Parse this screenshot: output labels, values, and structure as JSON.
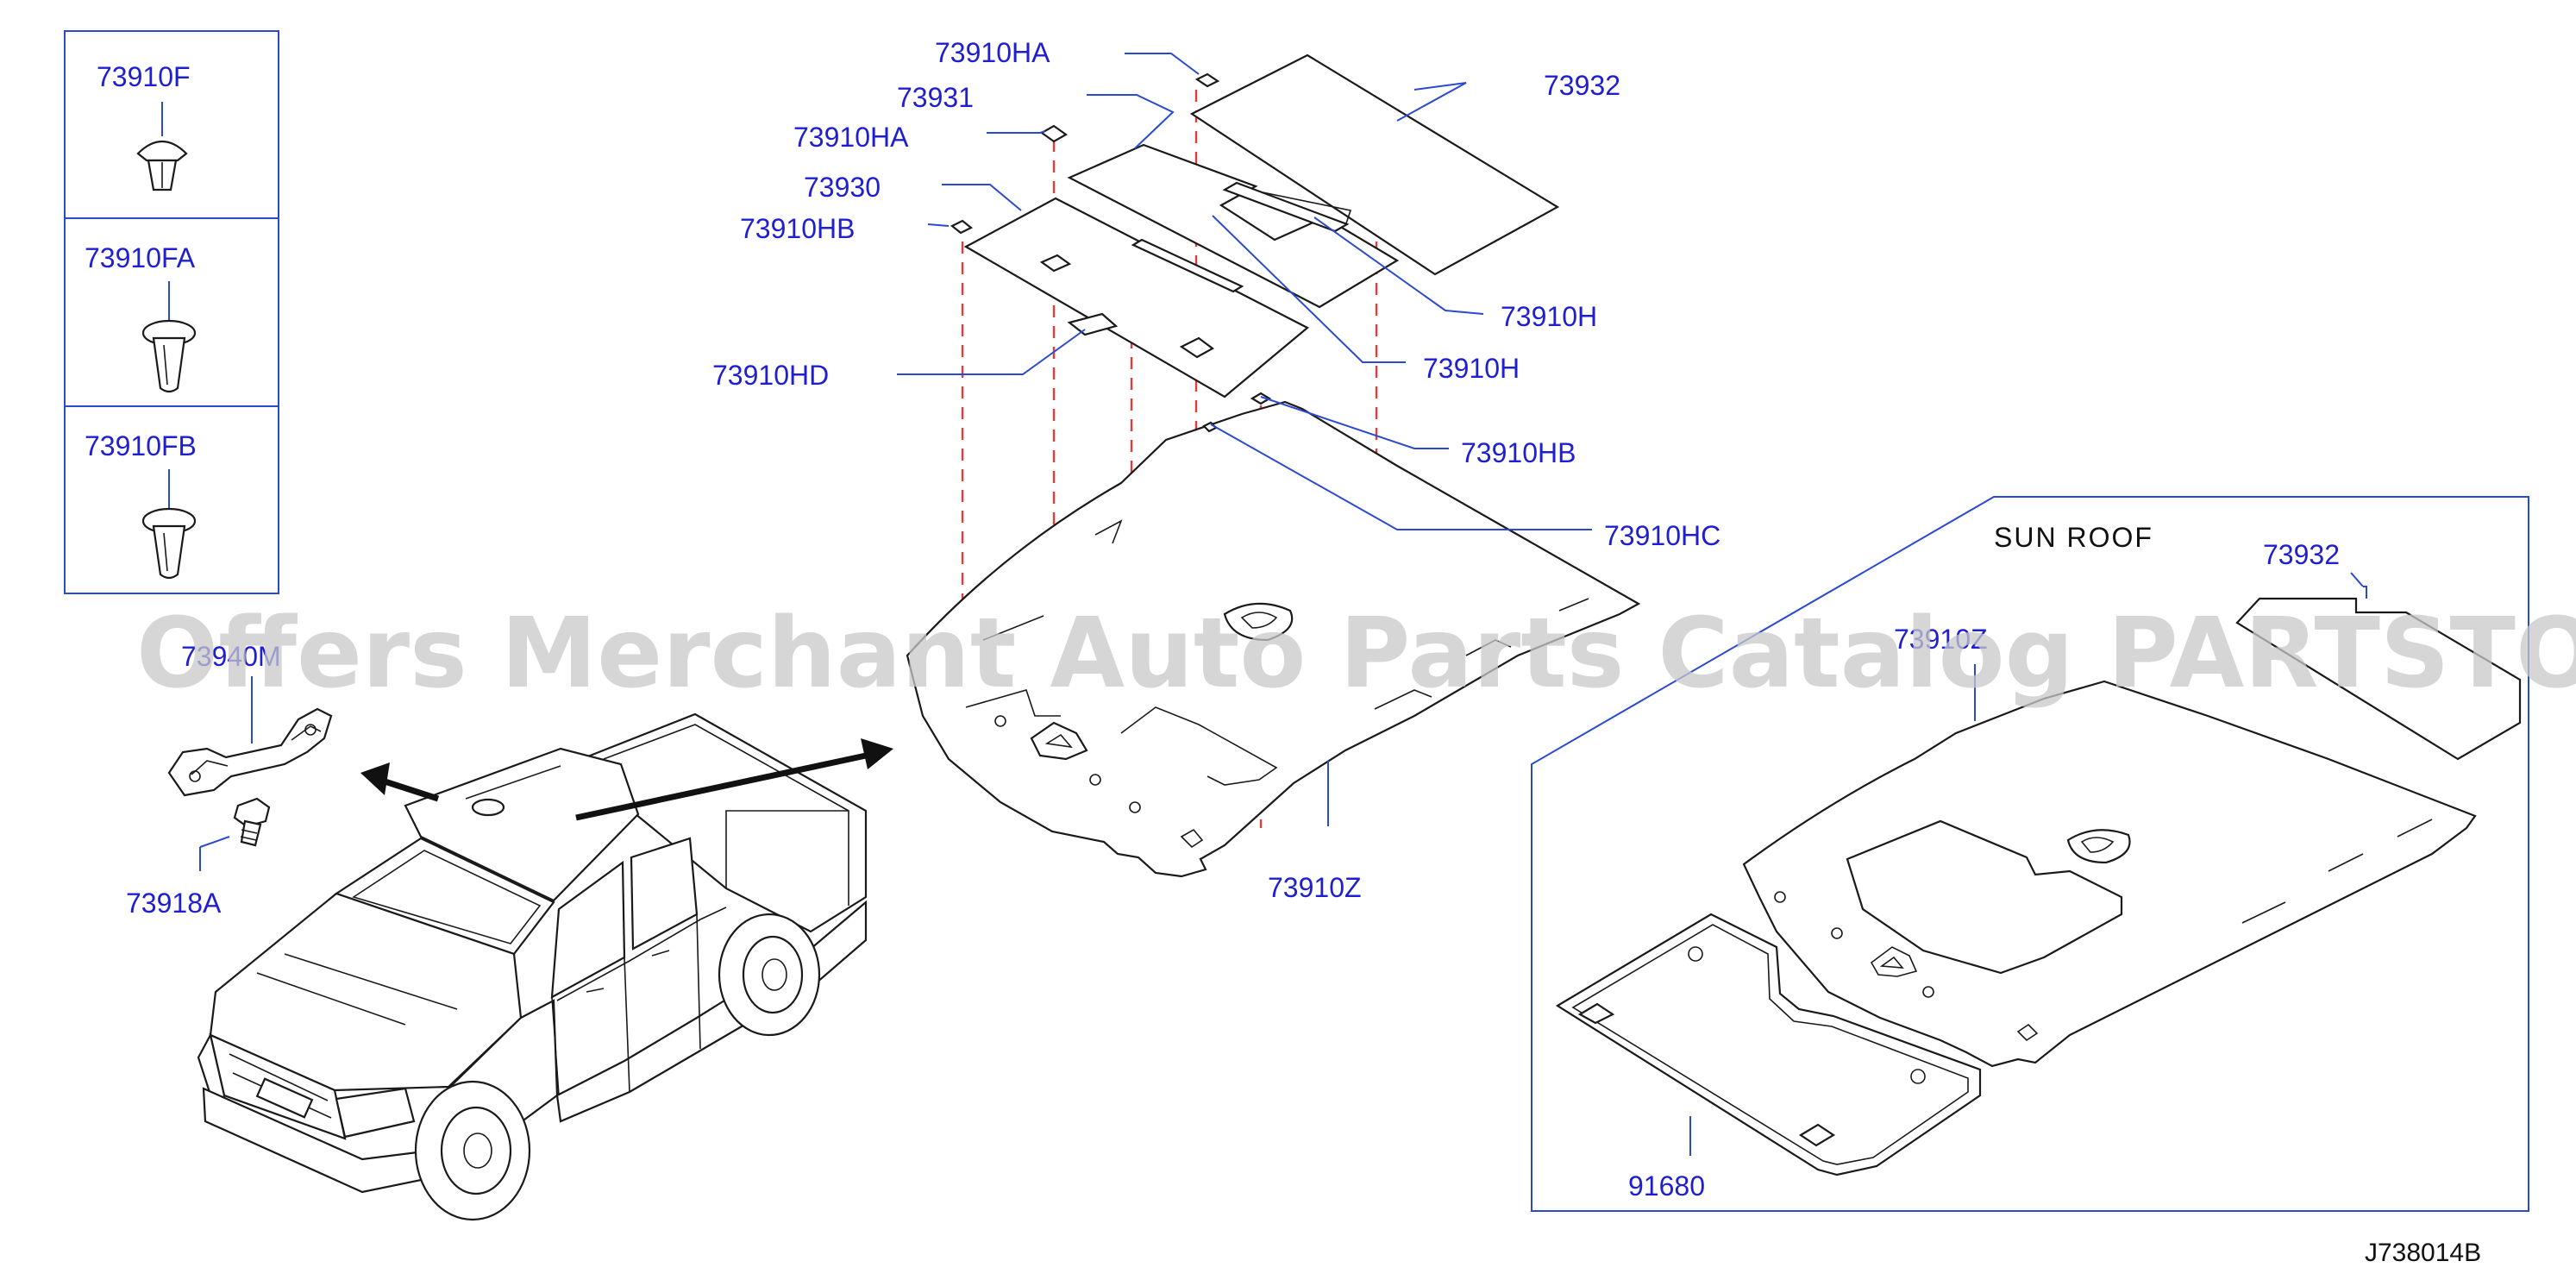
{
  "clip_box": {
    "clips": [
      {
        "part": "73910F"
      },
      {
        "part": "73910FA"
      },
      {
        "part": "73910FB"
      }
    ]
  },
  "parts": {
    "grip": "73940M",
    "bolt": "73918A",
    "pad_ha_top": "73910HA",
    "pad_ha_mid": "73910HA",
    "pad_hb_left": "73910HB",
    "pad_hb_right": "73910HB",
    "pad_hc": "73910HC",
    "pad_hd": "73910HD",
    "pad_h_upper": "73910H",
    "pad_h_lower": "73910H",
    "felt_931": "73931",
    "felt_930": "73930",
    "felt_932": "73932",
    "headlining": "73910Z"
  },
  "sunroof": {
    "title": "SUN   ROOF",
    "felt": "73932",
    "headlining": "73910Z",
    "sunshade": "91680"
  },
  "watermark": "Offers Merchant Auto Parts Catalog PARTSTORE.SA",
  "diagram_code": "J738014B",
  "colors": {
    "label": "#1f1fd0",
    "leader": "#2a4ad0",
    "guide_dash": "#e23c3c",
    "ink": "#1a1a1a"
  }
}
